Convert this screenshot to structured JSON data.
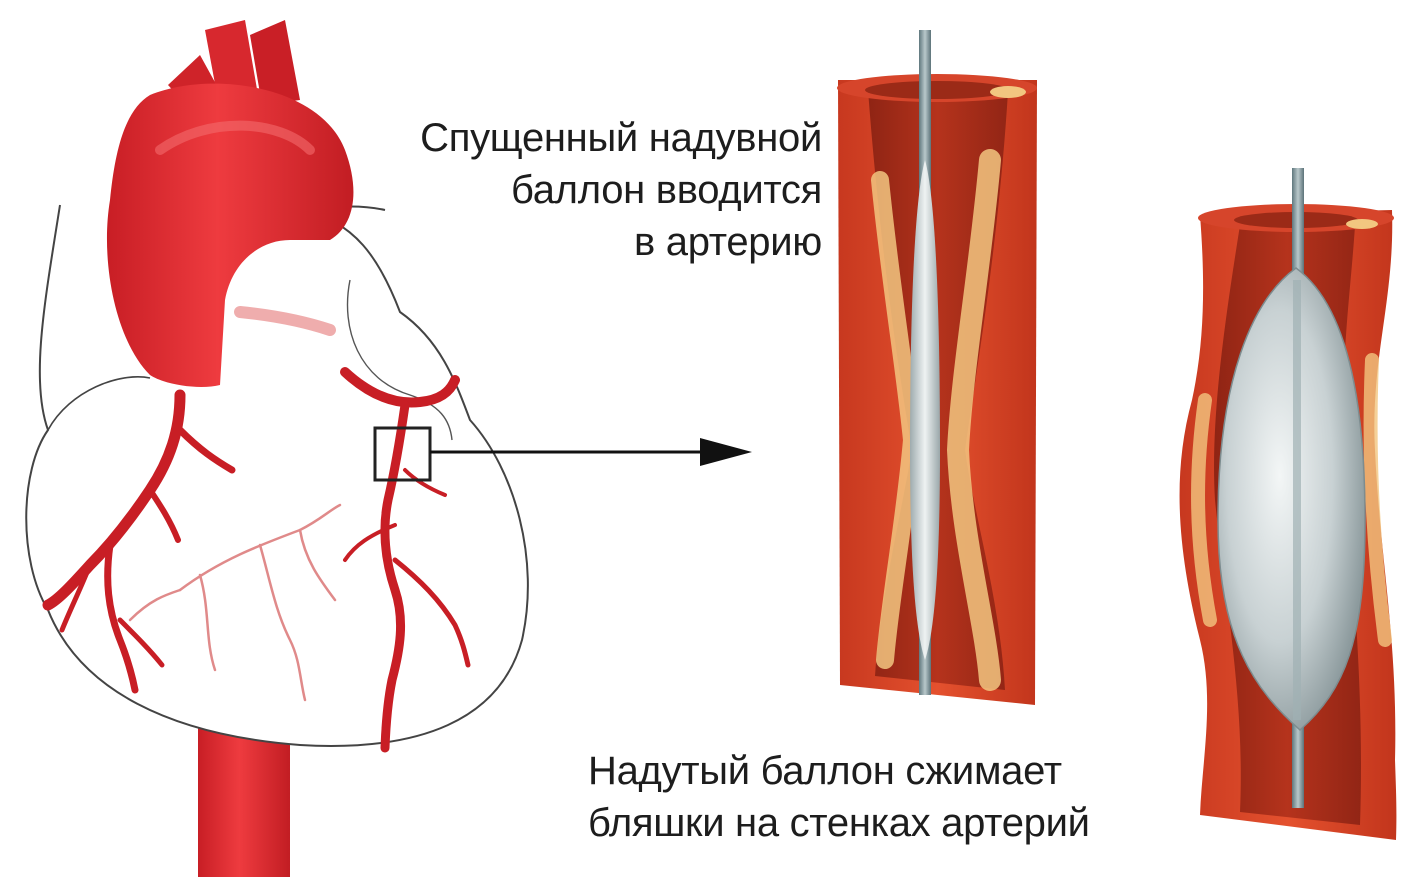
{
  "labels": {
    "deflated": {
      "line1": "Спущенный надувной",
      "line2": "баллон вводится",
      "line3": "в артерию"
    },
    "inflated": {
      "line1": "Надутый баллон сжимает",
      "line2": "бляшки на стенках артерий"
    }
  },
  "colors": {
    "artery_red": "#d9262b",
    "vessel_wall": "#d8442a",
    "vessel_inner": "#b8321f",
    "plaque": "#f0c27a",
    "balloon": "#cfd8da",
    "catheter": "#7f9aa0",
    "outline": "#222222"
  }
}
